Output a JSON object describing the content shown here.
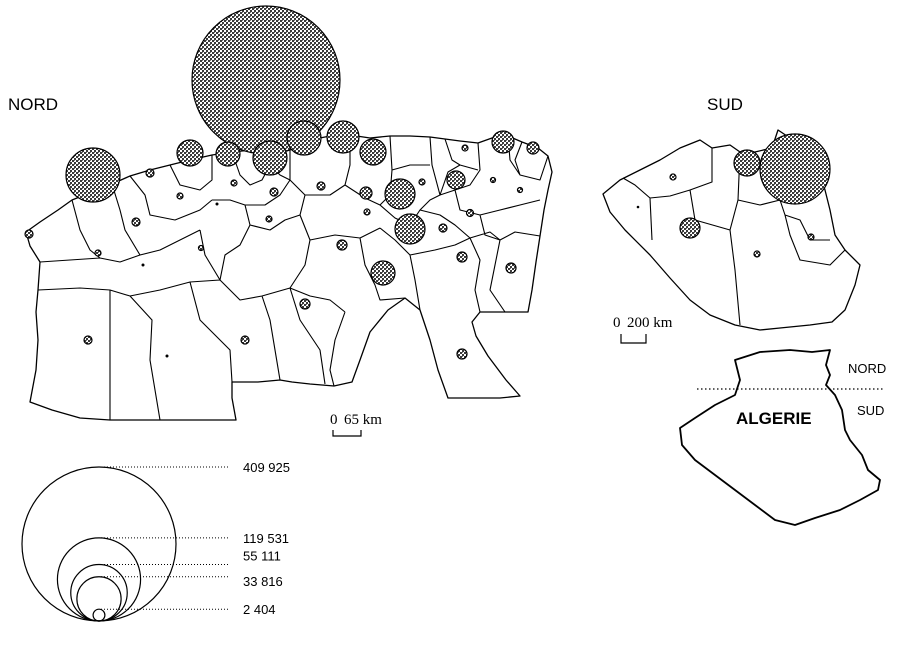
{
  "labels": {
    "nord_title": "NORD",
    "sud_title": "SUD",
    "algerie": "ALGERIE",
    "inset_nord": "NORD",
    "inset_sud": "SUD"
  },
  "scales": {
    "nord": {
      "zero": "0",
      "dist": "65 km"
    },
    "sud": {
      "zero": "0",
      "dist": "200 km"
    }
  },
  "legend": {
    "values": [
      {
        "value": 409925,
        "label": "409 925"
      },
      {
        "value": 119531,
        "label": "119 531"
      },
      {
        "value": 55111,
        "label": "55 111"
      },
      {
        "value": 33816,
        "label": "33 816"
      },
      {
        "value": 2404,
        "label": "2 404"
      }
    ]
  },
  "colors": {
    "outline": "#000000",
    "symbol_fill": "#555555",
    "background": "#ffffff"
  }
}
